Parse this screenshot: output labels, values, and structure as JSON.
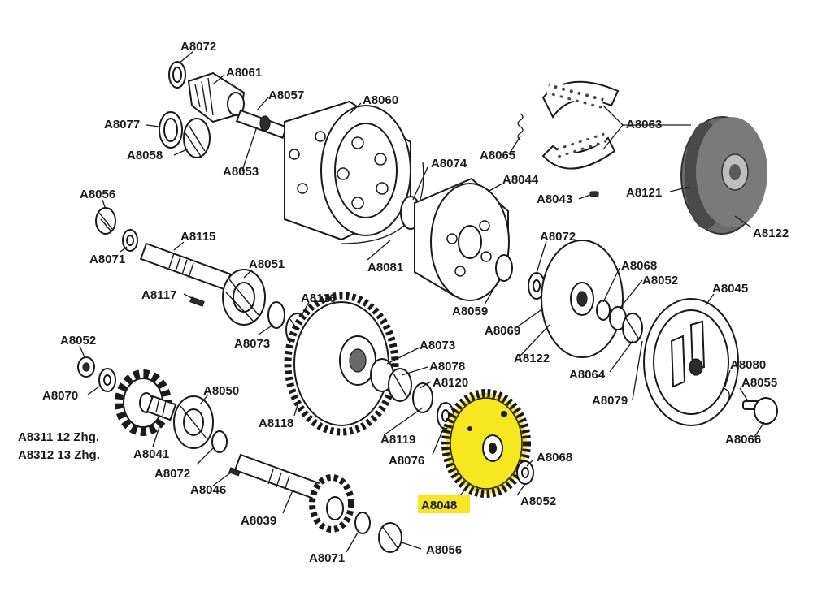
{
  "highlight_color": "#f7e71f",
  "labels": {
    "a8072_top": "A8072",
    "a8061": "A8061",
    "a8057": "A8057",
    "a8060": "A8060",
    "a8077": "A8077",
    "a8058": "A8058",
    "a8053": "A8053",
    "a8065": "A8065",
    "a8063": "A8063",
    "a8074": "A8074",
    "a8044": "A8044",
    "a8043": "A8043",
    "a8121": "A8121",
    "a8122_right": "A8122",
    "a8056_top": "A8056",
    "a8071_top": "A8071",
    "a8115": "A8115",
    "a8051": "A8051",
    "a8081": "A8081",
    "a8117": "A8117",
    "a8116": "A8116",
    "a8073_left": "A8073",
    "a8072_mid": "A8072",
    "a8059": "A8059",
    "a8068_top": "A8068",
    "a8052_mid": "A8052",
    "a8045": "A8045",
    "a8069": "A8069",
    "a8122_mid": "A8122",
    "a8073_mid": "A8073",
    "a8078": "A8078",
    "a8120": "A8120",
    "a8064": "A8064",
    "a8079": "A8079",
    "a8080": "A8080",
    "a8055": "A8055",
    "a8066": "A8066",
    "a8052_left": "A8052",
    "a8070": "A8070",
    "a8050": "A8050",
    "a8118": "A8118",
    "a8119": "A8119",
    "a8076": "A8076",
    "a8068_low": "A8068",
    "a8052_low": "A8052",
    "a8048": "A8048",
    "a8311": "A8311 12 Zhg.",
    "a8312": "A8312 13 Zhg.",
    "a8041": "A8041",
    "a8072_low": "A8072",
    "a8046": "A8046",
    "a8039": "A8039",
    "a8071_low": "A8071",
    "a8056_low": "A8056"
  }
}
